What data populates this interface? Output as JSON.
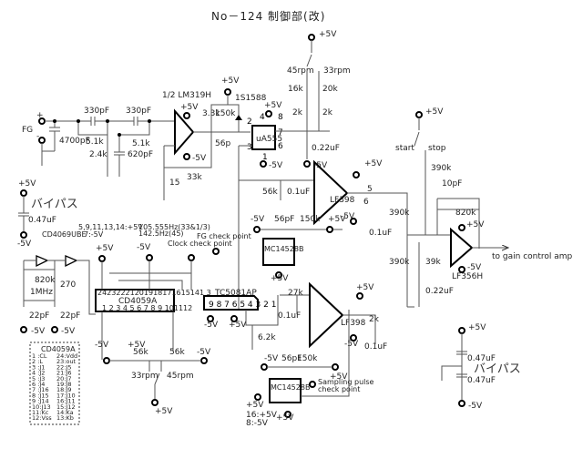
{
  "title": "No－124  制御部(改)",
  "supply": {
    "pos": "+5V",
    "neg": "-5V"
  },
  "bypass_label": "バイパス",
  "inputs": {
    "fg": "FG",
    "plus": "+",
    "minus": "-"
  },
  "output_label": "to gain control amp",
  "switches": {
    "speed_top": {
      "a": "45rpm",
      "b": "33rpm"
    },
    "speed_bottom": {
      "a": "33rpm",
      "b": "45rpm"
    },
    "run": {
      "a": "start",
      "b": "stop"
    }
  },
  "ics": {
    "comparator": "1/2 LM319H",
    "timer": "uA555",
    "sh1": "LF398",
    "sh2": "LF398",
    "opamp": "LF356H",
    "mono1": "MC14528B",
    "mono2": "MC14528B",
    "divider": "CD4059A",
    "inverter": "CD4069UBE",
    "dac": "TC5081AP",
    "diode": "1S1588"
  },
  "components": {
    "c_330a": "330pF",
    "c_330b": "330pF",
    "c_4700": "4700pF",
    "r_51a": "5.1k",
    "r_51b": "5.1k",
    "r_24": "2.4k",
    "c_620": "620pF",
    "r_33k_3": "3.3k",
    "r_150k_a": "150k",
    "c_56p": "56p",
    "r_33k": "33k",
    "r_15": "15",
    "r_16k": "16k",
    "r_20k": "20k",
    "pot_2k_a": "2k",
    "pot_2k_b": "2k",
    "c_022a": "0.22uF",
    "r_56k": "56k",
    "c_01a": "0.1uF",
    "c_56pF_a": "56pF",
    "r_150k_b": "150k",
    "c_01b": "0.1uF",
    "r_390k_a": "390k",
    "r_390k_b": "390k",
    "r_390k_c": "390k",
    "r_39k": "39k",
    "c_10p": "10pF",
    "r_820k": "820k",
    "c_022b": "0.22uF",
    "r_27k": "27k",
    "c_01c": "0.1uF",
    "r_62k": "6.2k",
    "pot_2k_c": "2k",
    "c_01d": "0.1uF",
    "c_56pF_b": "56pF",
    "r_150k_c": "150k",
    "r_820k_osc": "820k",
    "r_270": "270",
    "xtal": "1MHz",
    "c_22a": "22pF",
    "c_22b": "22pF",
    "c_047": "0.47uF",
    "c_047b": "0.47uF",
    "c_047c": "0.47uF",
    "r_56k_l": "56k",
    "r_56k_r": "56k"
  },
  "notes": {
    "divider_supply_1": "5,9,11,13,14:+5V",
    "divider_supply_2": "7:-5V",
    "freq_1": "105.555Hz(33&1/3)",
    "freq_2": "142.5Hz(45)",
    "fg_check": "FG check point",
    "clock_check": "Clock check point",
    "sampling_check_1": "Sampling pulse",
    "sampling_check_2": "check point",
    "mono2_supply_1": "16:+5V",
    "mono2_supply_2": "8:-5V"
  },
  "pins": {
    "cd4059_top": "24232221201918171615141 3",
    "cd4059_bottom": "1 2 3  4  5 6  7  8 9 101112",
    "tc5081": "9 8 7 6 5 4 3 2 1"
  },
  "pinout_table": {
    "title": "CD4059A",
    "rows": [
      [
        "1 :CL",
        "24:Vdd"
      ],
      [
        "2 :L",
        "23:out"
      ],
      [
        "3 :J1",
        "22:J5"
      ],
      [
        "4 :J2",
        "21:J6"
      ],
      [
        "5 :J3",
        "20:J7"
      ],
      [
        "6 :J4",
        "19:J8"
      ],
      [
        "7 :J16",
        "18:J9"
      ],
      [
        "8 :J15",
        "17:J10"
      ],
      [
        "9 :J14",
        "16:J11"
      ],
      [
        "10:J13",
        "15:J12"
      ],
      [
        "11:Kc",
        "14:Ka"
      ],
      [
        "12:Vss",
        "13:Kb"
      ]
    ]
  }
}
